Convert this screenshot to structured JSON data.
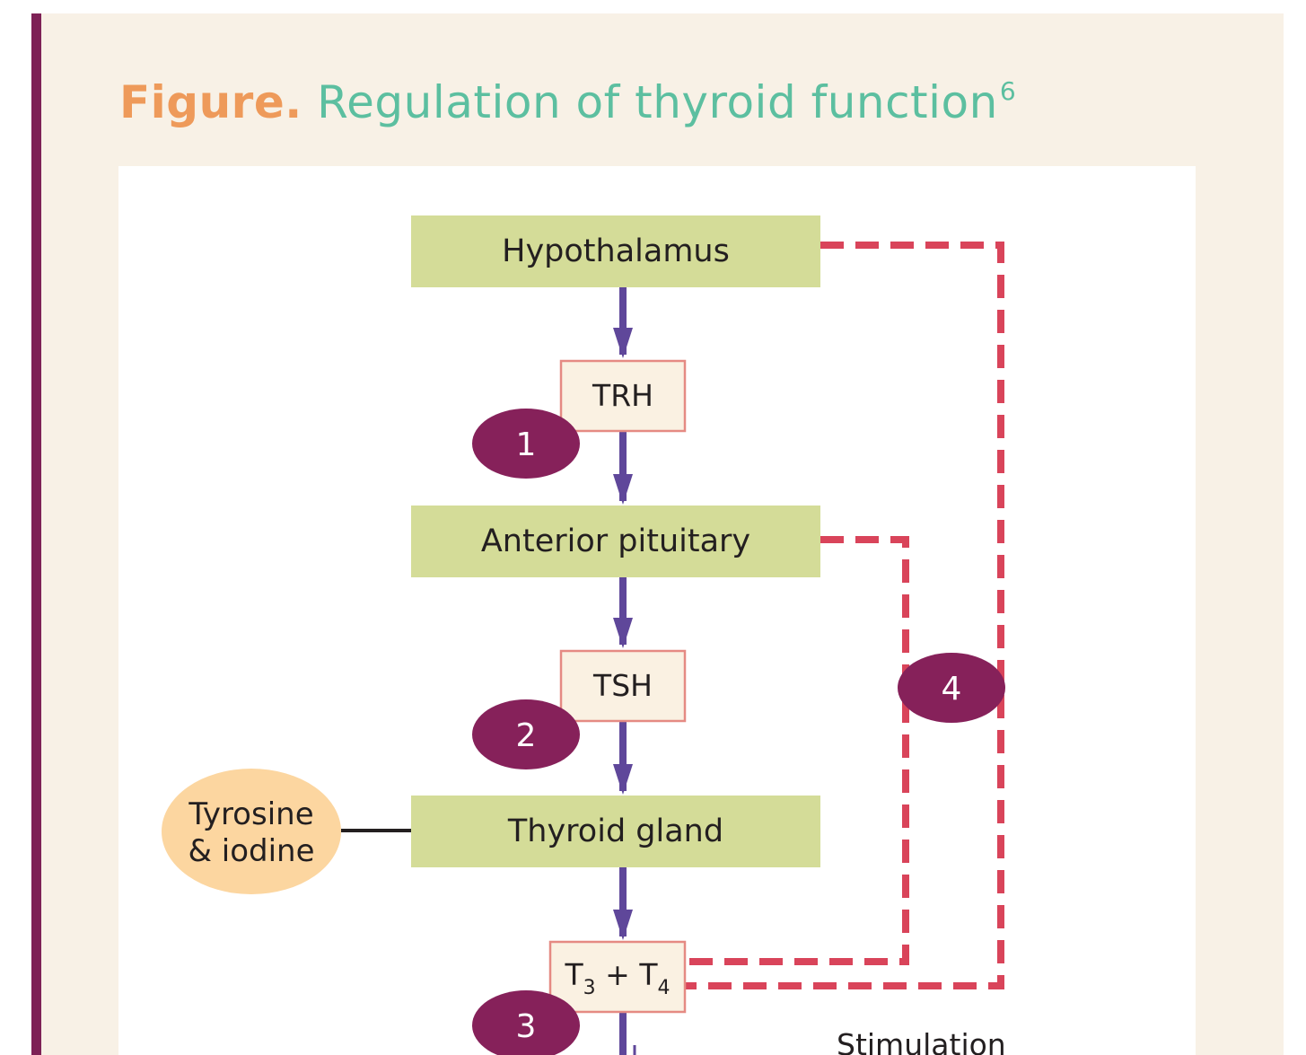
{
  "header": {
    "label": "Figure.",
    "title": "Regulation of thyroid function",
    "reference": "6"
  },
  "colors": {
    "panel_bg": "#f8f1e6",
    "rule": "#7e2156",
    "label": "#ee9a5a",
    "title": "#5cbfa0",
    "organ_box": "#d4dc98",
    "hormone_box_fill": "#faf1e2",
    "hormone_box_stroke": "#e58a83",
    "arrow": "#5f479a",
    "feedback": "#d9445a",
    "badge": "#86215a",
    "oval": "#fcd6a0"
  },
  "diagram": {
    "organs": {
      "hypothalamus": "Hypothalamus",
      "anterior_pituitary": "Anterior pituitary",
      "thyroid_gland": "Thyroid gland"
    },
    "hormones": {
      "trh": "TRH",
      "tsh": "TSH",
      "t3_t4": {
        "t1": "T",
        "s1": "3",
        "plus": " + ",
        "t2": "T",
        "s2": "4"
      }
    },
    "precursor": {
      "line1": "Tyrosine",
      "line2": "& iodine"
    },
    "steps": [
      "1",
      "2",
      "3",
      "4"
    ],
    "legend_partial": "Stimulation"
  }
}
